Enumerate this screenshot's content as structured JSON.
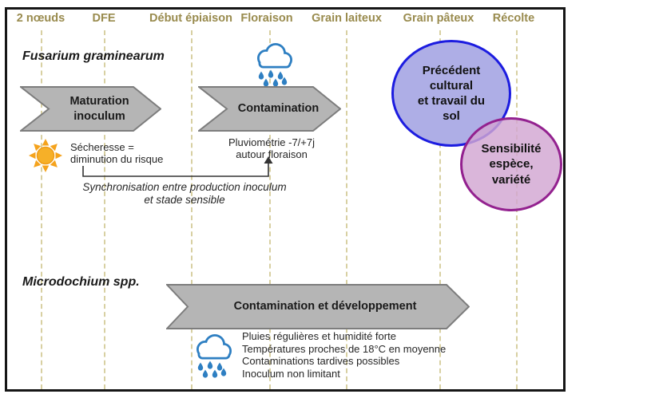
{
  "stages": [
    "2 nœuds",
    "DFE",
    "Début épiaison",
    "Floraison",
    "Grain laiteux",
    "Grain pâteux",
    "Récolte"
  ],
  "fusarium": {
    "title": "Fusarium graminearum",
    "maturation_arrow_label": "Maturation\ninoculum",
    "contamination_arrow_label": "Contamination",
    "drought_note": "Sécheresse =\ndiminution du risque",
    "rain_note": "Pluviométrie -7/+7j\nautour floraison",
    "sync_note": "Synchronisation entre production inoculum\net stade sensible"
  },
  "factors": {
    "previous_crop_label": "Précédent\ncultural\net travail du\nsol",
    "variety_label": "Sensibilité\nespèce,\nvariété"
  },
  "microdochium": {
    "title": "Microdochium spp.",
    "arrow_label": "Contamination et développement",
    "details": [
      "Pluies régulières et humidité forte",
      "Températures proches de 18°C en moyenne",
      "Contaminations tardives possibles",
      "Inoculum non limitant"
    ]
  },
  "icons": {
    "drought": "sun-icon",
    "flowering_rain": "rain-cloud-icon",
    "regular_rain": "rain-cloud-icon"
  },
  "colors": {
    "stage_label": "#998b4e",
    "gridline": "#d8d0a2",
    "arrow_fill": "#b5b5b5",
    "arrow_border": "#7d7d7d",
    "blue_ellipse_border": "#1c1ce0",
    "blue_ellipse_fill": "#aeaee6",
    "purple_ellipse_border": "#93218f",
    "purple_ellipse_fill": "#d2a6d2",
    "sun": "#f5a623",
    "rain": "#2e7fc2",
    "frame_border": "#161616"
  }
}
